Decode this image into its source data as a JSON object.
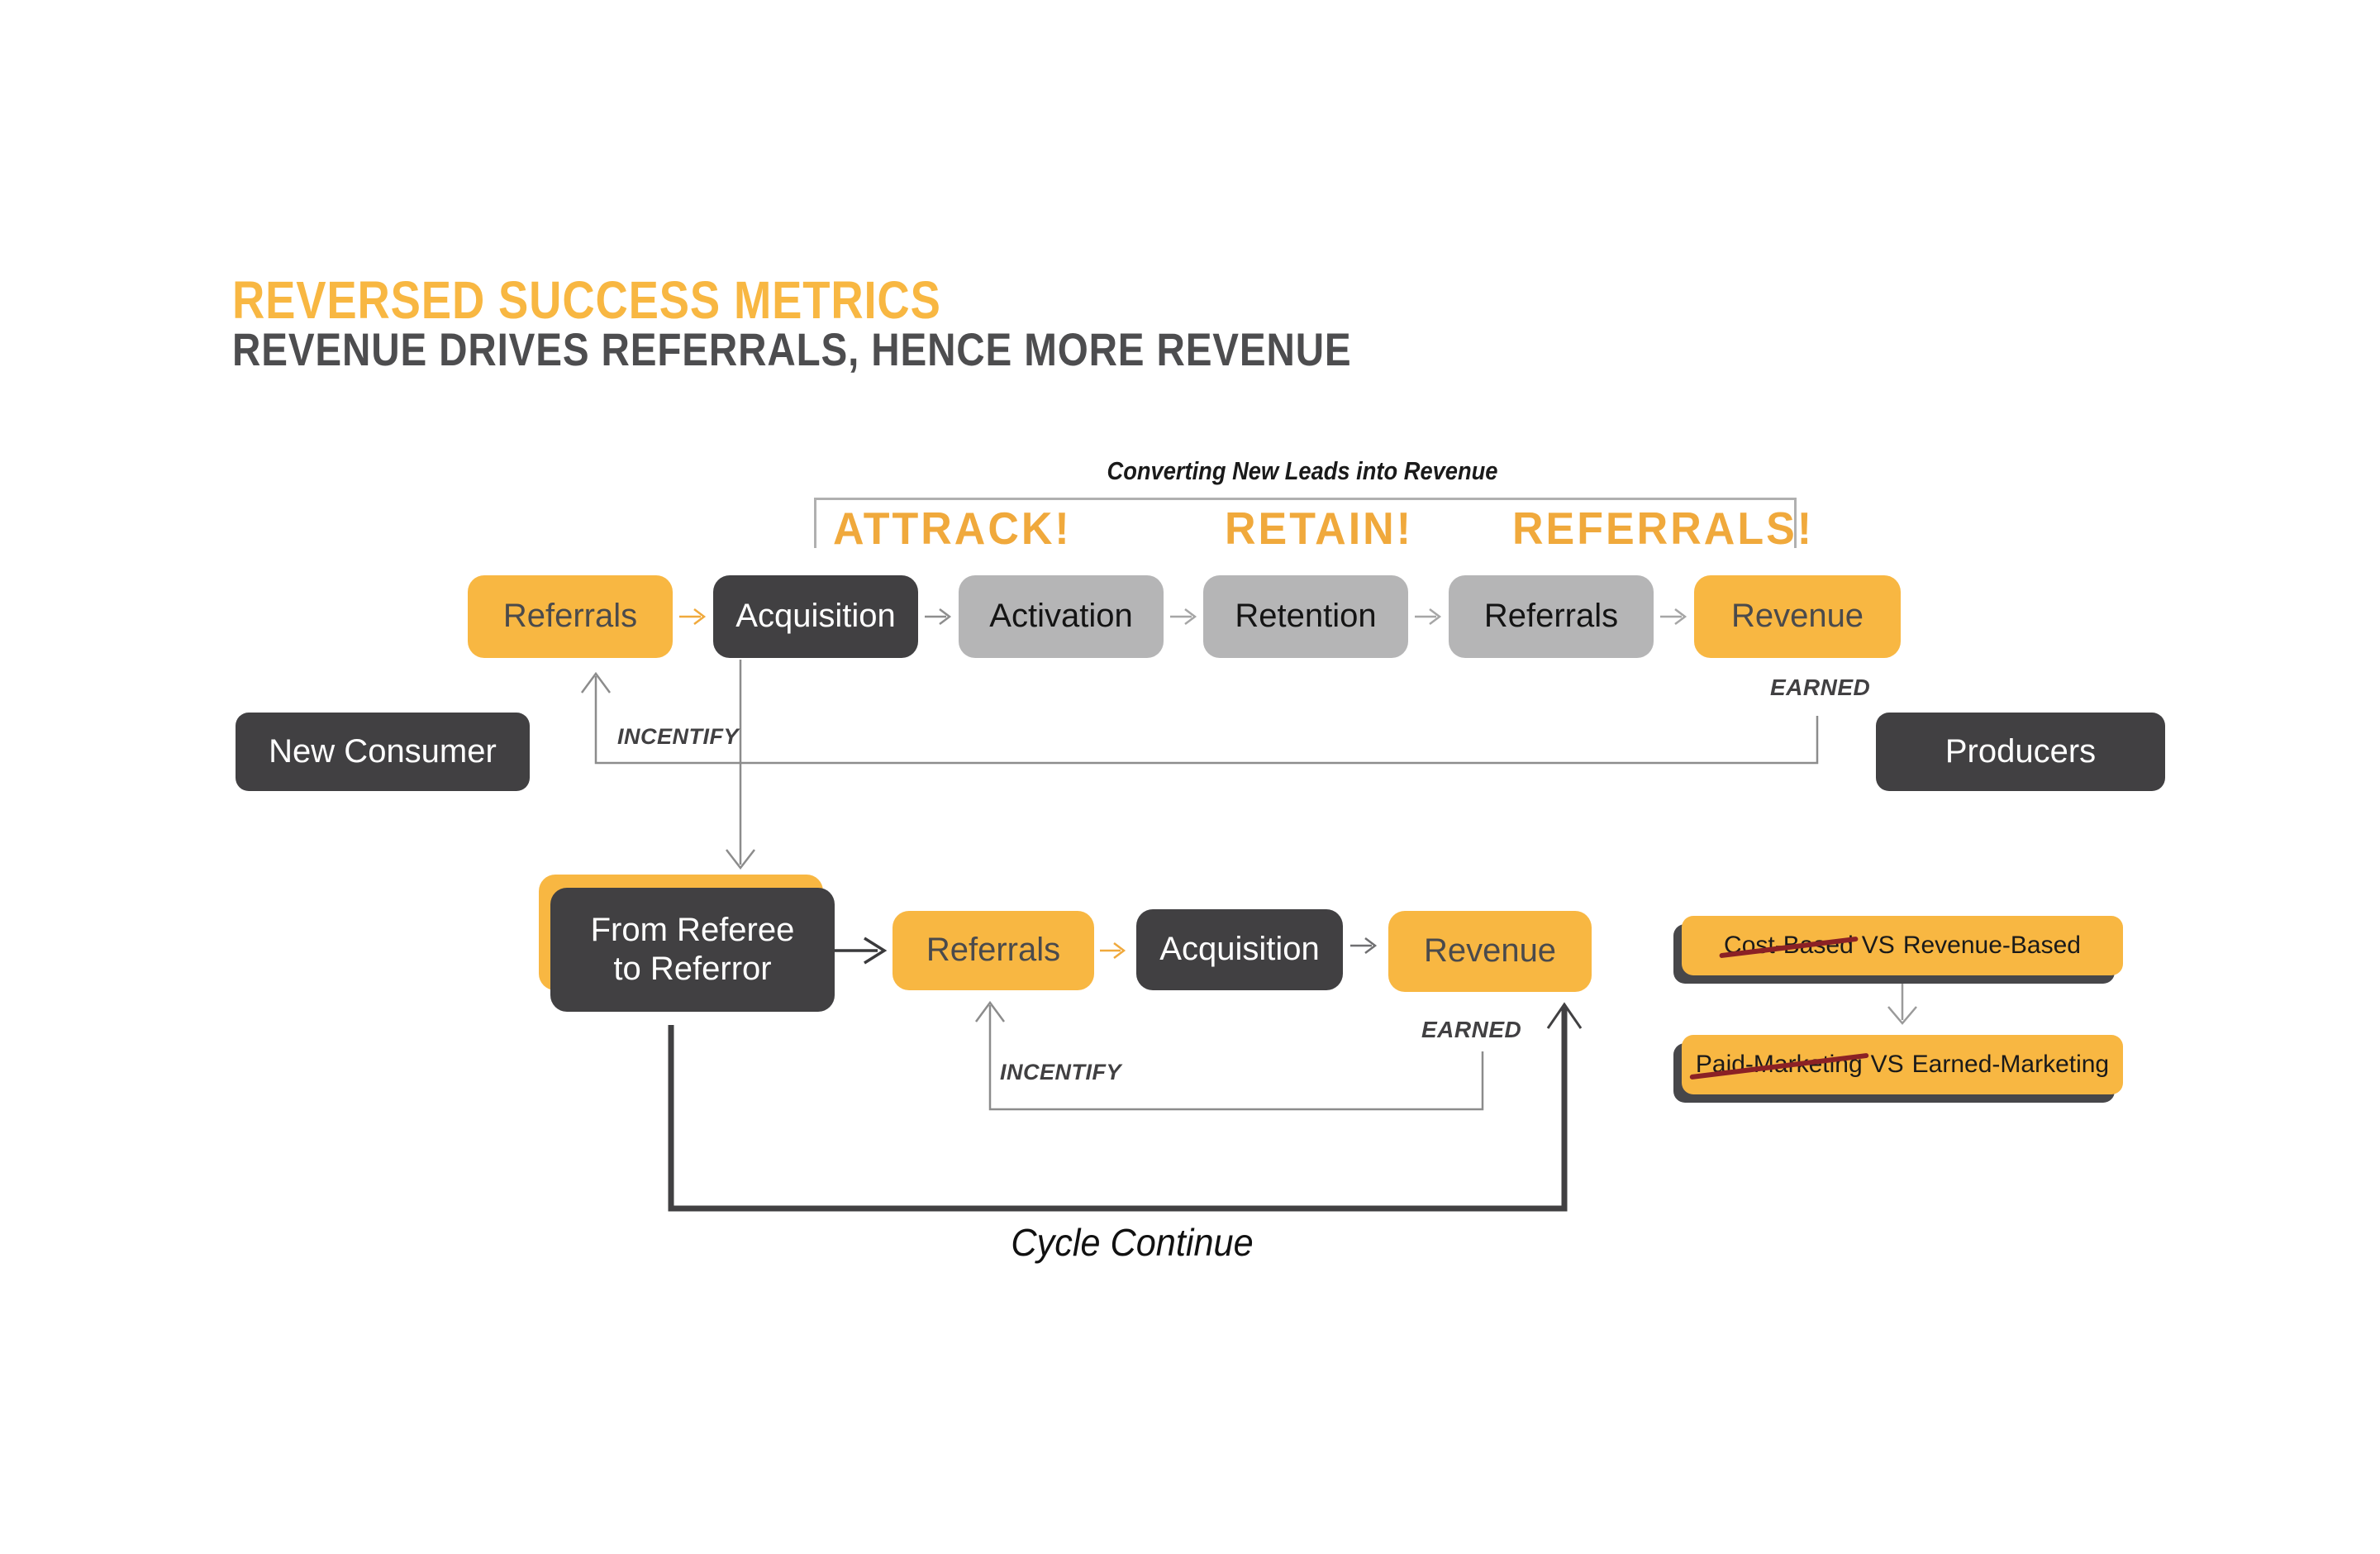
{
  "header": {
    "title": "REVERSED SUCCESS METRICS",
    "subtitle": "REVENUE DRIVES REFERRALS, HENCE MORE REVENUE"
  },
  "funnel": {
    "caption": "Converting New Leads into Revenue",
    "stage_callouts": [
      "ATTRACK!",
      "RETAIN!",
      "REFERRALS!"
    ],
    "boxes": [
      {
        "label": "Referrals"
      },
      {
        "label": "Acquisition"
      },
      {
        "label": "Activation"
      },
      {
        "label": "Retention"
      },
      {
        "label": "Referrals"
      },
      {
        "label": "Revenue"
      }
    ],
    "earned_label": "EARNED",
    "incentify_label": "INCENTIFY"
  },
  "actors": {
    "left": "New Consumer",
    "right": "Producers"
  },
  "referral_loop": {
    "source_line1": "From Referee",
    "source_line2": "to Referror",
    "boxes": [
      {
        "label": "Referrals"
      },
      {
        "label": "Acquisition"
      },
      {
        "label": "Revenue"
      }
    ],
    "earned_label": "EARNED",
    "incentify_label": "INCENTIFY",
    "cycle_label": "Cycle Continue"
  },
  "comparisons": [
    {
      "struck": "Cost-Based",
      "vs": "VS",
      "kept": "Revenue-Based"
    },
    {
      "struck": "Paid-Marketing",
      "vs": "VS",
      "kept": "Earned-Marketing"
    }
  ],
  "colors": {
    "yellow": "#F8B742",
    "yellow-deep": "#F0A93C",
    "dark": "#414042",
    "gray-box": "#B5B5B6",
    "line": "#8C8C8C",
    "bracket": "#B0B0B0",
    "strike": "#8B2125",
    "subtitle": "#4D4D4F",
    "ink": "#1A1A1A",
    "label-on-yellow": "#4A4A4C"
  }
}
